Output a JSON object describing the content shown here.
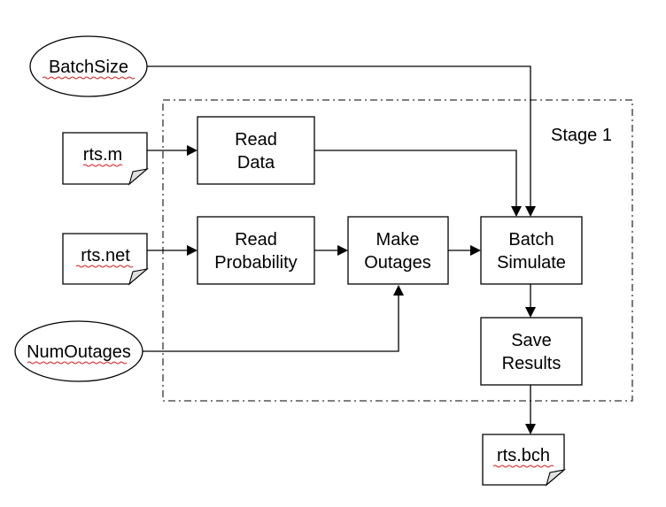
{
  "stage_label": "Stage 1",
  "inputs": {
    "batch_size": "BatchSize",
    "num_outages": "NumOutages"
  },
  "files": {
    "rts_m": "rts.m",
    "rts_net": "rts.net",
    "rts_bch": "rts.bch"
  },
  "processes": {
    "read_data": [
      "Read",
      "Data"
    ],
    "read_probability": [
      "Read",
      "Probability"
    ],
    "make_outages": [
      "Make",
      "Outages"
    ],
    "batch_simulate": [
      "Batch",
      "Simulate"
    ],
    "save_results": [
      "Save",
      "Results"
    ]
  }
}
